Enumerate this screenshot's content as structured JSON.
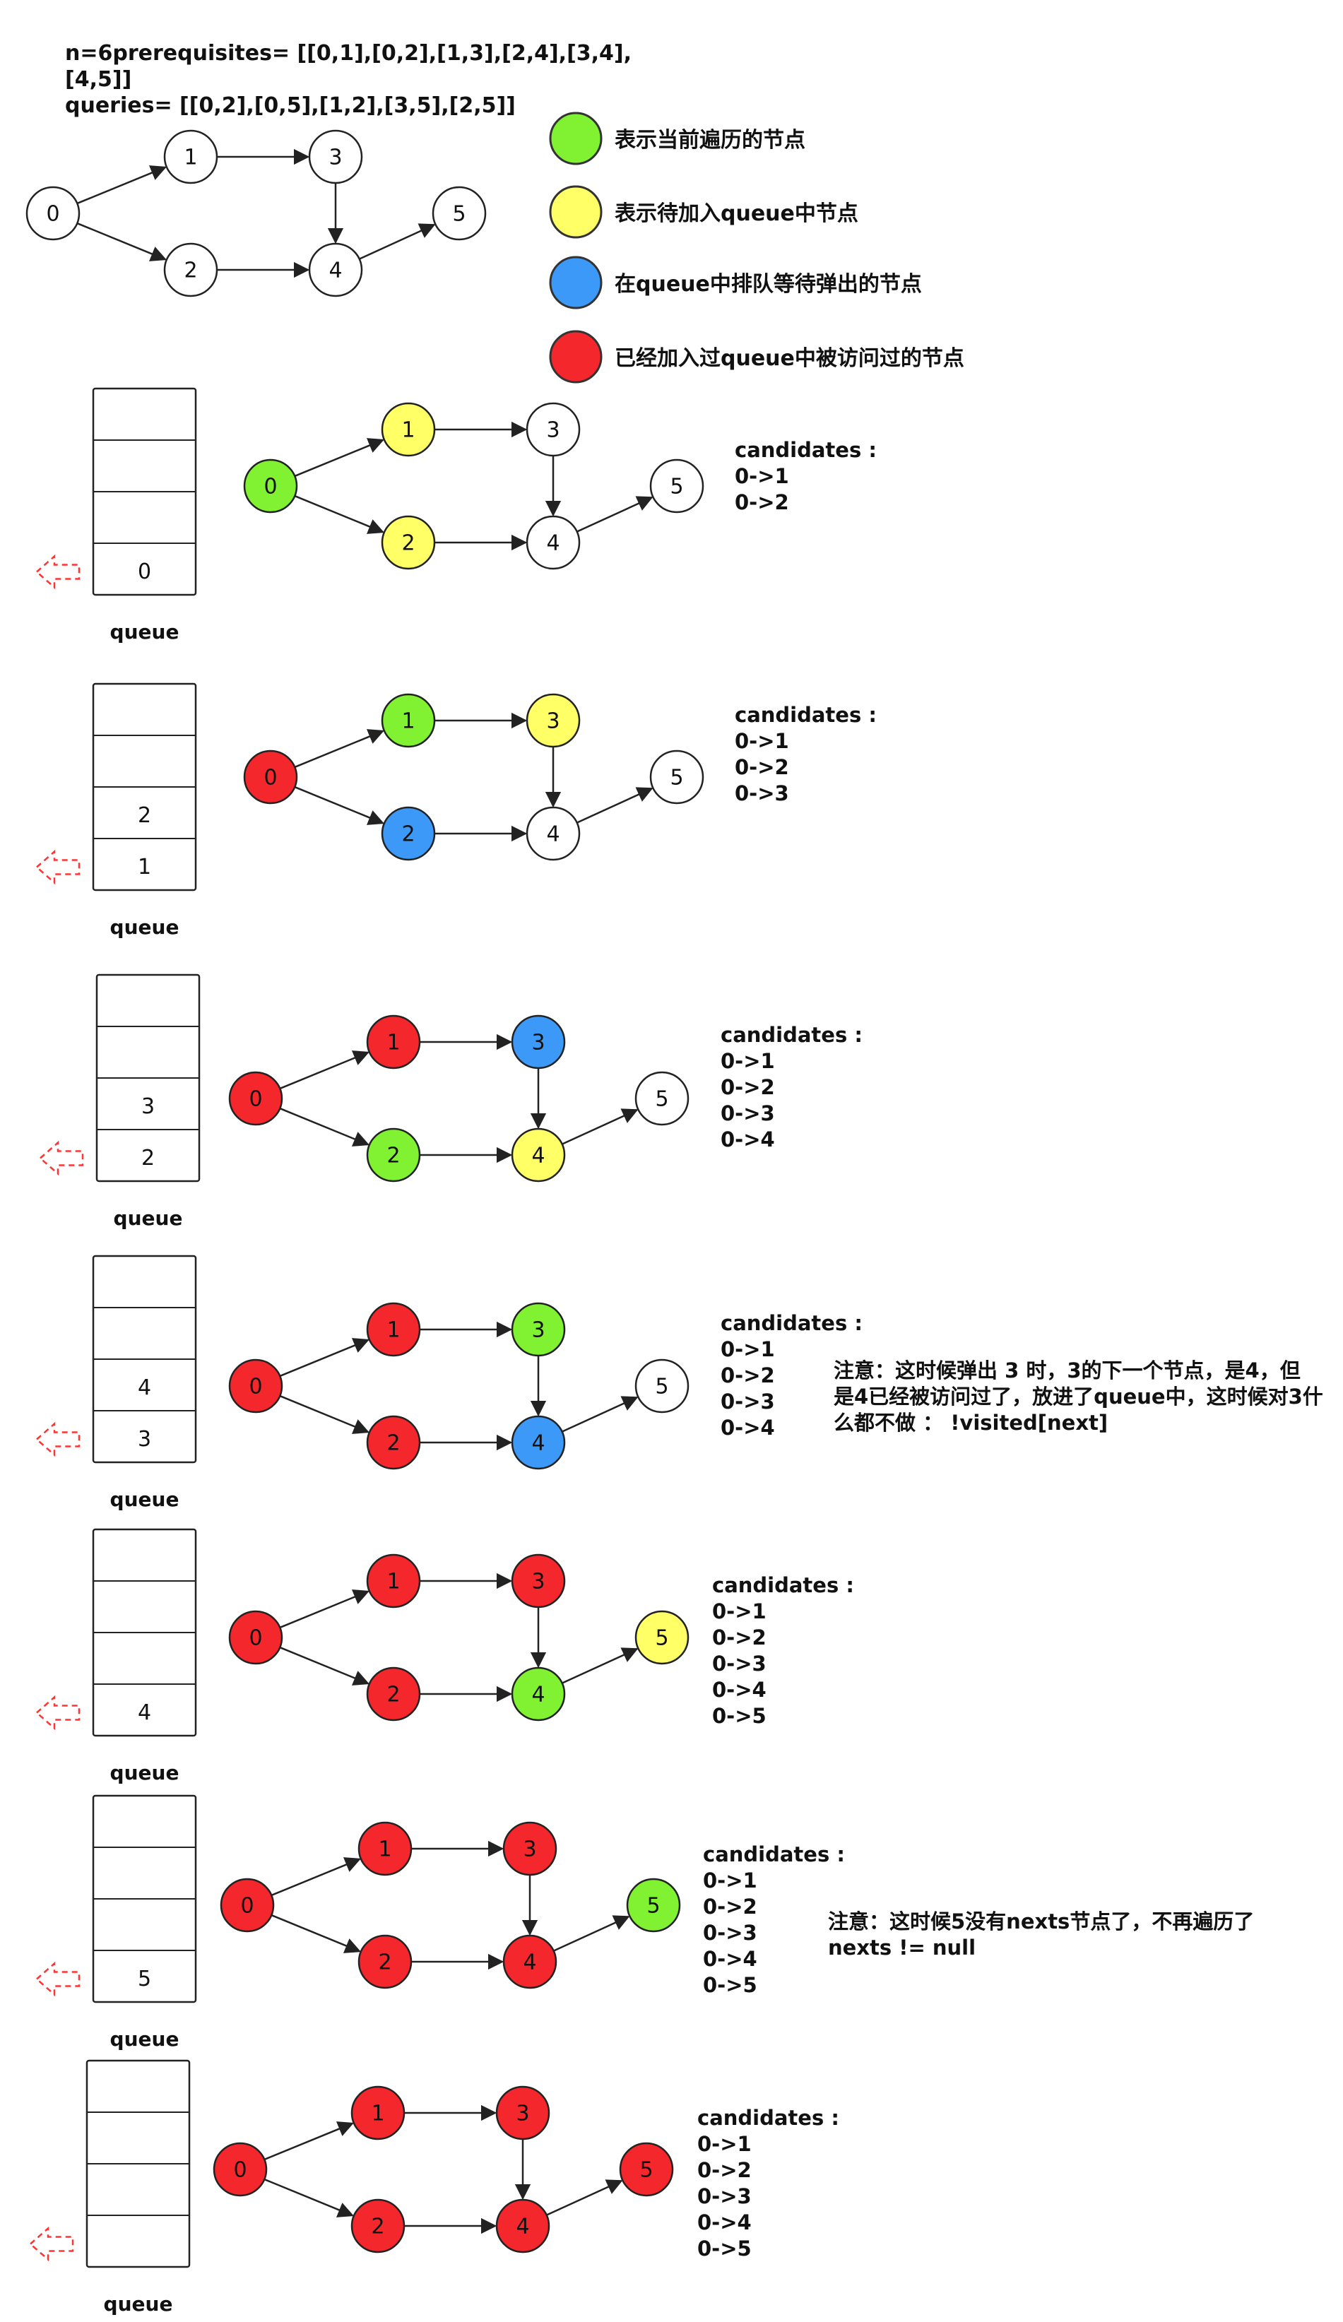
{
  "header": {
    "line1": "n=6prerequisites=  [[0,1],[0,2],[1,3],[2,4],[3,4],",
    "line2": "[4,5]]",
    "line3": "queries=        [[0,2],[0,5],[1,2],[3,5],[2,5]]"
  },
  "colors": {
    "current": "#80f231",
    "pending": "#ffff66",
    "queued": "#3c99f7",
    "visited": "#f4282c",
    "plain": "#ffffff",
    "arrow_marker": "#ff3333"
  },
  "legend": [
    {
      "color": "current",
      "label": "表示当前遍历的节点"
    },
    {
      "color": "pending",
      "label": "表示待加入queue中节点"
    },
    {
      "color": "queued",
      "label": "在queue中排队等待弹出的节点"
    },
    {
      "color": "visited",
      "label": "已经加入过queue中被访问过的节点"
    }
  ],
  "graph": {
    "nodes": [
      "0",
      "1",
      "2",
      "3",
      "4",
      "5"
    ],
    "edges": [
      [
        "0",
        "1"
      ],
      [
        "0",
        "2"
      ],
      [
        "1",
        "3"
      ],
      [
        "2",
        "4"
      ],
      [
        "3",
        "4"
      ],
      [
        "4",
        "5"
      ]
    ]
  },
  "steps": [
    {
      "node_colors": [
        "current",
        "pending",
        "pending",
        "plain",
        "plain",
        "plain"
      ],
      "queue": [
        "",
        "",
        "",
        "0"
      ],
      "queue_label": "queue",
      "candidates_title": "candidates :",
      "candidates": [
        "0->1",
        "0->2"
      ],
      "note": []
    },
    {
      "node_colors": [
        "visited",
        "current",
        "queued",
        "pending",
        "plain",
        "plain"
      ],
      "queue": [
        "",
        "",
        "2",
        "1"
      ],
      "queue_label": "queue",
      "candidates_title": "candidates :",
      "candidates": [
        "0->1",
        "0->2",
        "0->3"
      ],
      "note": []
    },
    {
      "node_colors": [
        "visited",
        "visited",
        "current",
        "queued",
        "pending",
        "plain"
      ],
      "queue": [
        "",
        "",
        "3",
        "2"
      ],
      "queue_label": "queue",
      "candidates_title": "candidates :",
      "candidates": [
        "0->1",
        "0->2",
        "0->3",
        "0->4"
      ],
      "note": []
    },
    {
      "node_colors": [
        "visited",
        "visited",
        "visited",
        "current",
        "queued",
        "plain"
      ],
      "queue": [
        "",
        "",
        "4",
        "3"
      ],
      "queue_label": "queue",
      "candidates_title": "candidates :",
      "candidates": [
        "0->1",
        "0->2",
        "0->3",
        "0->4"
      ],
      "note": [
        "注意：这时候弹出 3 时，3的下一个节点，是4，但",
        "是4已经被访问过了，放进了queue中，这时候对3什",
        "么都不做 ：  !visited[next]"
      ]
    },
    {
      "node_colors": [
        "visited",
        "visited",
        "visited",
        "visited",
        "current",
        "pending"
      ],
      "queue": [
        "",
        "",
        "",
        "4"
      ],
      "queue_label": "queue",
      "candidates_title": "candidates :",
      "candidates": [
        "0->1",
        "0->2",
        "0->3",
        "0->4",
        "0->5"
      ],
      "note": []
    },
    {
      "node_colors": [
        "visited",
        "visited",
        "visited",
        "visited",
        "visited",
        "current"
      ],
      "queue": [
        "",
        "",
        "",
        "5"
      ],
      "queue_label": "queue",
      "candidates_title": "candidates :",
      "candidates": [
        "0->1",
        "0->2",
        "0->3",
        "0->4",
        "0->5"
      ],
      "note": [
        "注意：这时候5没有nexts节点了，不再遍历了",
        "nexts != null"
      ]
    },
    {
      "node_colors": [
        "visited",
        "visited",
        "visited",
        "visited",
        "visited",
        "visited"
      ],
      "queue": [
        "",
        "",
        "",
        ""
      ],
      "queue_label": "queue",
      "candidates_title": "candidates :",
      "candidates": [
        "0->1",
        "0->2",
        "0->3",
        "0->4",
        "0->5"
      ],
      "note": []
    }
  ]
}
